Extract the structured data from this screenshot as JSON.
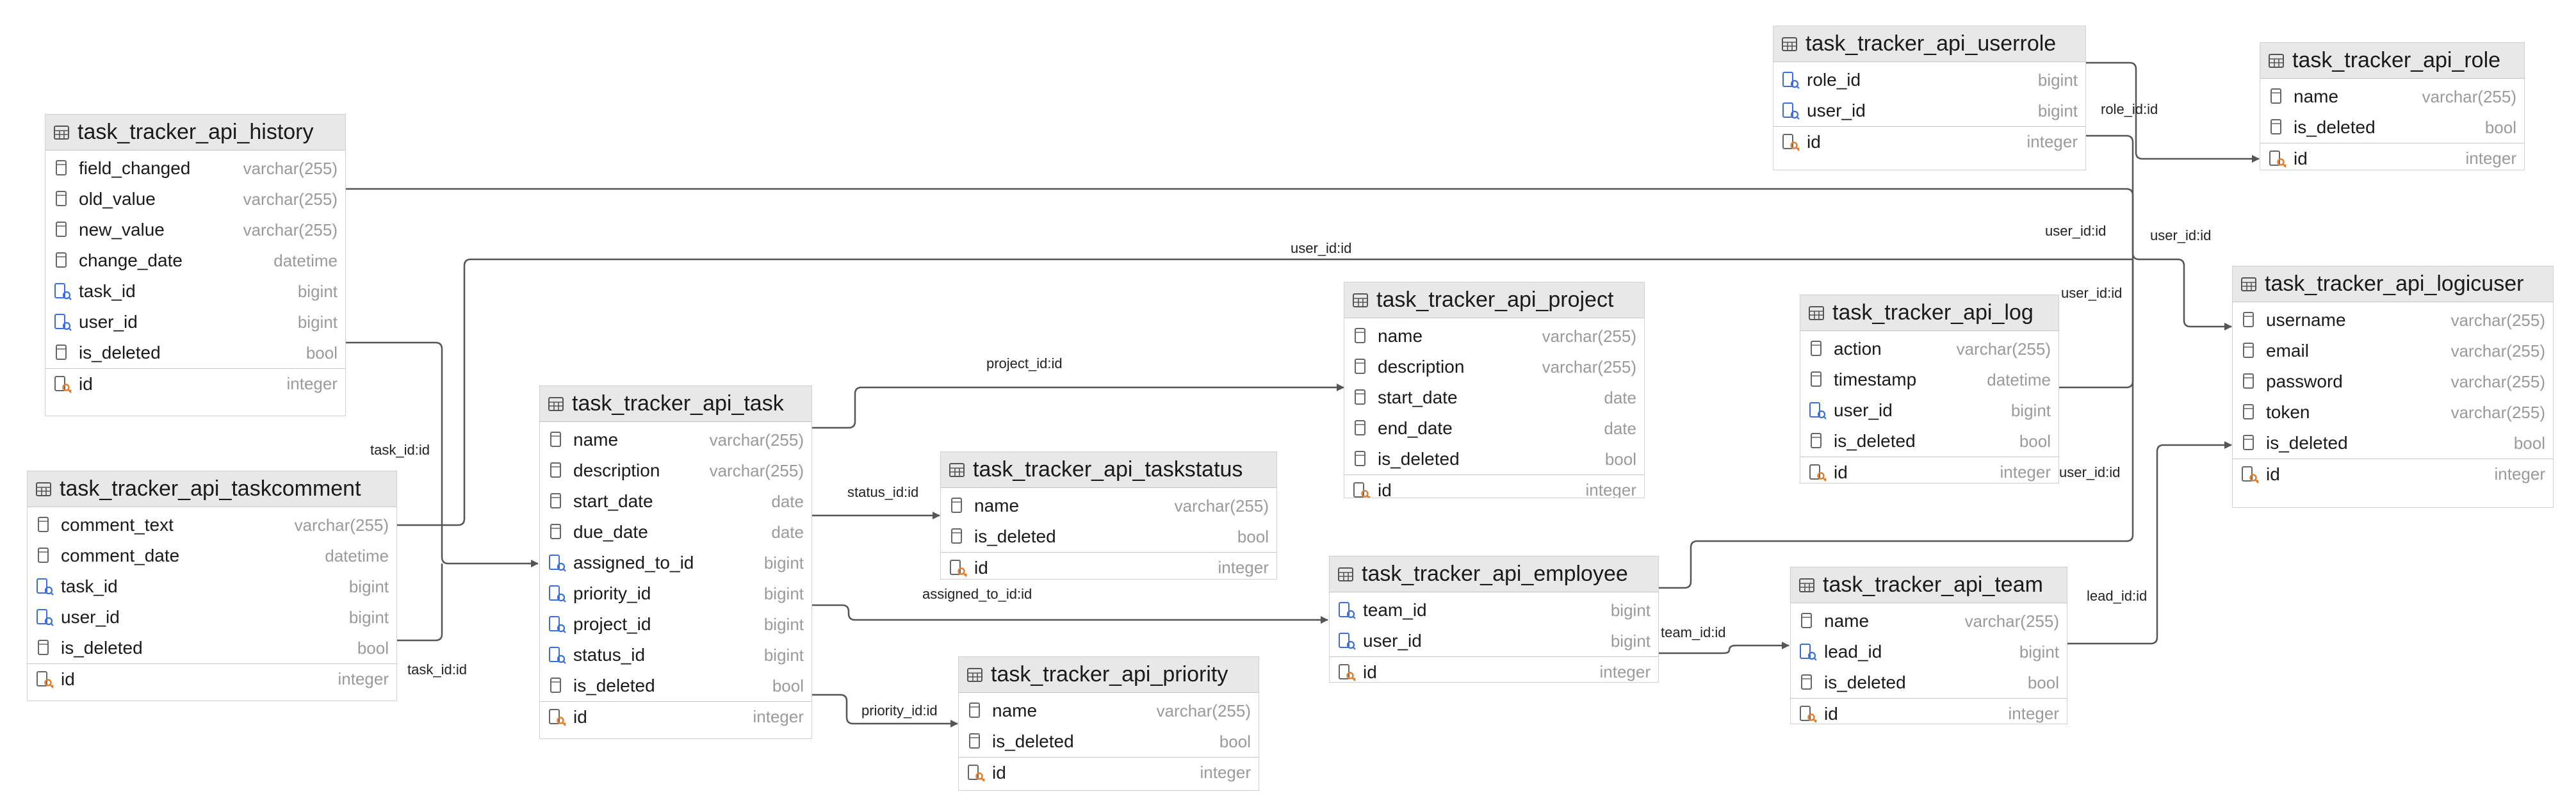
{
  "diagram": {
    "tables": [
      {
        "key": "history",
        "name": "task_tracker_api_history",
        "columns": [
          {
            "name": "field_changed",
            "type": "varchar(255)",
            "kind": "col"
          },
          {
            "name": "old_value",
            "type": "varchar(255)",
            "kind": "col"
          },
          {
            "name": "new_value",
            "type": "varchar(255)",
            "kind": "col"
          },
          {
            "name": "change_date",
            "type": "datetime",
            "kind": "col"
          },
          {
            "name": "task_id",
            "type": "bigint",
            "kind": "fk"
          },
          {
            "name": "user_id",
            "type": "bigint",
            "kind": "fk"
          },
          {
            "name": "is_deleted",
            "type": "bool",
            "kind": "col"
          },
          {
            "name": "id",
            "type": "integer",
            "kind": "pk"
          }
        ]
      },
      {
        "key": "taskcomment",
        "name": "task_tracker_api_taskcomment",
        "columns": [
          {
            "name": "comment_text",
            "type": "varchar(255)",
            "kind": "col"
          },
          {
            "name": "comment_date",
            "type": "datetime",
            "kind": "col"
          },
          {
            "name": "task_id",
            "type": "bigint",
            "kind": "fk"
          },
          {
            "name": "user_id",
            "type": "bigint",
            "kind": "fk"
          },
          {
            "name": "is_deleted",
            "type": "bool",
            "kind": "col"
          },
          {
            "name": "id",
            "type": "integer",
            "kind": "pk"
          }
        ]
      },
      {
        "key": "task",
        "name": "task_tracker_api_task",
        "columns": [
          {
            "name": "name",
            "type": "varchar(255)",
            "kind": "col"
          },
          {
            "name": "description",
            "type": "varchar(255)",
            "kind": "col"
          },
          {
            "name": "start_date",
            "type": "date",
            "kind": "col"
          },
          {
            "name": "due_date",
            "type": "date",
            "kind": "col"
          },
          {
            "name": "assigned_to_id",
            "type": "bigint",
            "kind": "fk"
          },
          {
            "name": "priority_id",
            "type": "bigint",
            "kind": "fk"
          },
          {
            "name": "project_id",
            "type": "bigint",
            "kind": "fk"
          },
          {
            "name": "status_id",
            "type": "bigint",
            "kind": "fk"
          },
          {
            "name": "is_deleted",
            "type": "bool",
            "kind": "col"
          },
          {
            "name": "id",
            "type": "integer",
            "kind": "pk"
          }
        ]
      },
      {
        "key": "taskstatus",
        "name": "task_tracker_api_taskstatus",
        "columns": [
          {
            "name": "name",
            "type": "varchar(255)",
            "kind": "col"
          },
          {
            "name": "is_deleted",
            "type": "bool",
            "kind": "col"
          },
          {
            "name": "id",
            "type": "integer",
            "kind": "pk"
          }
        ]
      },
      {
        "key": "priority",
        "name": "task_tracker_api_priority",
        "columns": [
          {
            "name": "name",
            "type": "varchar(255)",
            "kind": "col"
          },
          {
            "name": "is_deleted",
            "type": "bool",
            "kind": "col"
          },
          {
            "name": "id",
            "type": "integer",
            "kind": "pk"
          }
        ]
      },
      {
        "key": "project",
        "name": "task_tracker_api_project",
        "columns": [
          {
            "name": "name",
            "type": "varchar(255)",
            "kind": "col"
          },
          {
            "name": "description",
            "type": "varchar(255)",
            "kind": "col"
          },
          {
            "name": "start_date",
            "type": "date",
            "kind": "col"
          },
          {
            "name": "end_date",
            "type": "date",
            "kind": "col"
          },
          {
            "name": "is_deleted",
            "type": "bool",
            "kind": "col"
          },
          {
            "name": "id",
            "type": "integer",
            "kind": "pk"
          }
        ]
      },
      {
        "key": "employee",
        "name": "task_tracker_api_employee",
        "columns": [
          {
            "name": "team_id",
            "type": "bigint",
            "kind": "fk"
          },
          {
            "name": "user_id",
            "type": "bigint",
            "kind": "fk"
          },
          {
            "name": "id",
            "type": "integer",
            "kind": "pk"
          }
        ]
      },
      {
        "key": "userrole",
        "name": "task_tracker_api_userrole",
        "columns": [
          {
            "name": "role_id",
            "type": "bigint",
            "kind": "fk"
          },
          {
            "name": "user_id",
            "type": "bigint",
            "kind": "fk"
          },
          {
            "name": "id",
            "type": "integer",
            "kind": "pk"
          }
        ]
      },
      {
        "key": "log",
        "name": "task_tracker_api_log",
        "columns": [
          {
            "name": "action",
            "type": "varchar(255)",
            "kind": "col"
          },
          {
            "name": "timestamp",
            "type": "datetime",
            "kind": "col"
          },
          {
            "name": "user_id",
            "type": "bigint",
            "kind": "fk"
          },
          {
            "name": "is_deleted",
            "type": "bool",
            "kind": "col"
          },
          {
            "name": "id",
            "type": "integer",
            "kind": "pk"
          }
        ]
      },
      {
        "key": "team",
        "name": "task_tracker_api_team",
        "columns": [
          {
            "name": "name",
            "type": "varchar(255)",
            "kind": "col"
          },
          {
            "name": "lead_id",
            "type": "bigint",
            "kind": "fk"
          },
          {
            "name": "is_deleted",
            "type": "bool",
            "kind": "col"
          },
          {
            "name": "id",
            "type": "integer",
            "kind": "pk"
          }
        ]
      },
      {
        "key": "role",
        "name": "task_tracker_api_role",
        "columns": [
          {
            "name": "name",
            "type": "varchar(255)",
            "kind": "col"
          },
          {
            "name": "is_deleted",
            "type": "bool",
            "kind": "col"
          },
          {
            "name": "id",
            "type": "integer",
            "kind": "pk"
          }
        ]
      },
      {
        "key": "logicuser",
        "name": "task_tracker_api_logicuser",
        "columns": [
          {
            "name": "username",
            "type": "varchar(255)",
            "kind": "col"
          },
          {
            "name": "email",
            "type": "varchar(255)",
            "kind": "col"
          },
          {
            "name": "password",
            "type": "varchar(255)",
            "kind": "col"
          },
          {
            "name": "token",
            "type": "varchar(255)",
            "kind": "col"
          },
          {
            "name": "is_deleted",
            "type": "bool",
            "kind": "col"
          },
          {
            "name": "id",
            "type": "integer",
            "kind": "pk"
          }
        ]
      }
    ],
    "relations": [
      {
        "from": "history",
        "to": "task",
        "label": "task_id:id"
      },
      {
        "from": "history",
        "to": "logicuser",
        "label": "user_id:id"
      },
      {
        "from": "taskcomment",
        "to": "task",
        "label": "task_id:id"
      },
      {
        "from": "taskcomment",
        "to": "logicuser",
        "label": "user_id:id"
      },
      {
        "from": "task",
        "to": "project",
        "label": "project_id:id"
      },
      {
        "from": "task",
        "to": "taskstatus",
        "label": "status_id:id"
      },
      {
        "from": "task",
        "to": "employee",
        "label": "assigned_to_id:id"
      },
      {
        "from": "task",
        "to": "priority",
        "label": "priority_id:id"
      },
      {
        "from": "employee",
        "to": "team",
        "label": "team_id:id"
      },
      {
        "from": "employee",
        "to": "logicuser",
        "label": "user_id:id"
      },
      {
        "from": "team",
        "to": "logicuser",
        "label": "lead_id:id"
      },
      {
        "from": "userrole",
        "to": "role",
        "label": "role_id:id"
      },
      {
        "from": "userrole",
        "to": "logicuser",
        "label": "user_id:id"
      },
      {
        "from": "log",
        "to": "logicuser",
        "label": "user_id:id"
      }
    ]
  },
  "colors": {
    "line": "#555555",
    "header": "#e8e8e8",
    "border": "#d0d0d0",
    "type_text": "#9a9a9a",
    "fk_icon": "#3b6fd6",
    "pk_key": "#e07b2a"
  }
}
